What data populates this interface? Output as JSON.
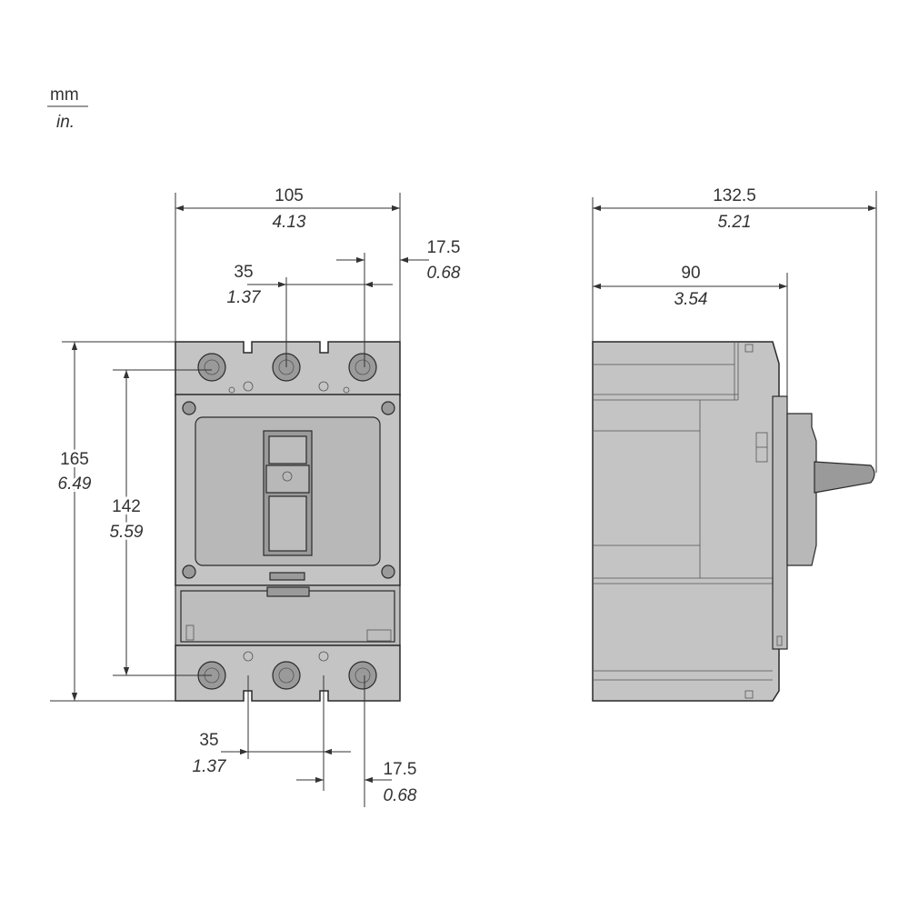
{
  "units": {
    "primary": "mm",
    "secondary": "in."
  },
  "front_view": {
    "width": {
      "mm": "105",
      "in": "4.13"
    },
    "height_overall": {
      "mm": "165",
      "in": "6.49"
    },
    "height_mounting": {
      "mm": "142",
      "in": "5.59"
    },
    "top_pitch": {
      "mm": "35",
      "in": "1.37"
    },
    "top_offset": {
      "mm": "17.5",
      "in": "0.68"
    },
    "bottom_pitch": {
      "mm": "35",
      "in": "1.37"
    },
    "bottom_offset": {
      "mm": "17.5",
      "in": "0.68"
    }
  },
  "side_view": {
    "depth_overall": {
      "mm": "132.5",
      "in": "5.21"
    },
    "depth_body": {
      "mm": "90",
      "in": "3.54"
    }
  },
  "colors": {
    "body": "#c4c4c4",
    "outline": "#2a2a2a",
    "dimension": "#333333"
  }
}
